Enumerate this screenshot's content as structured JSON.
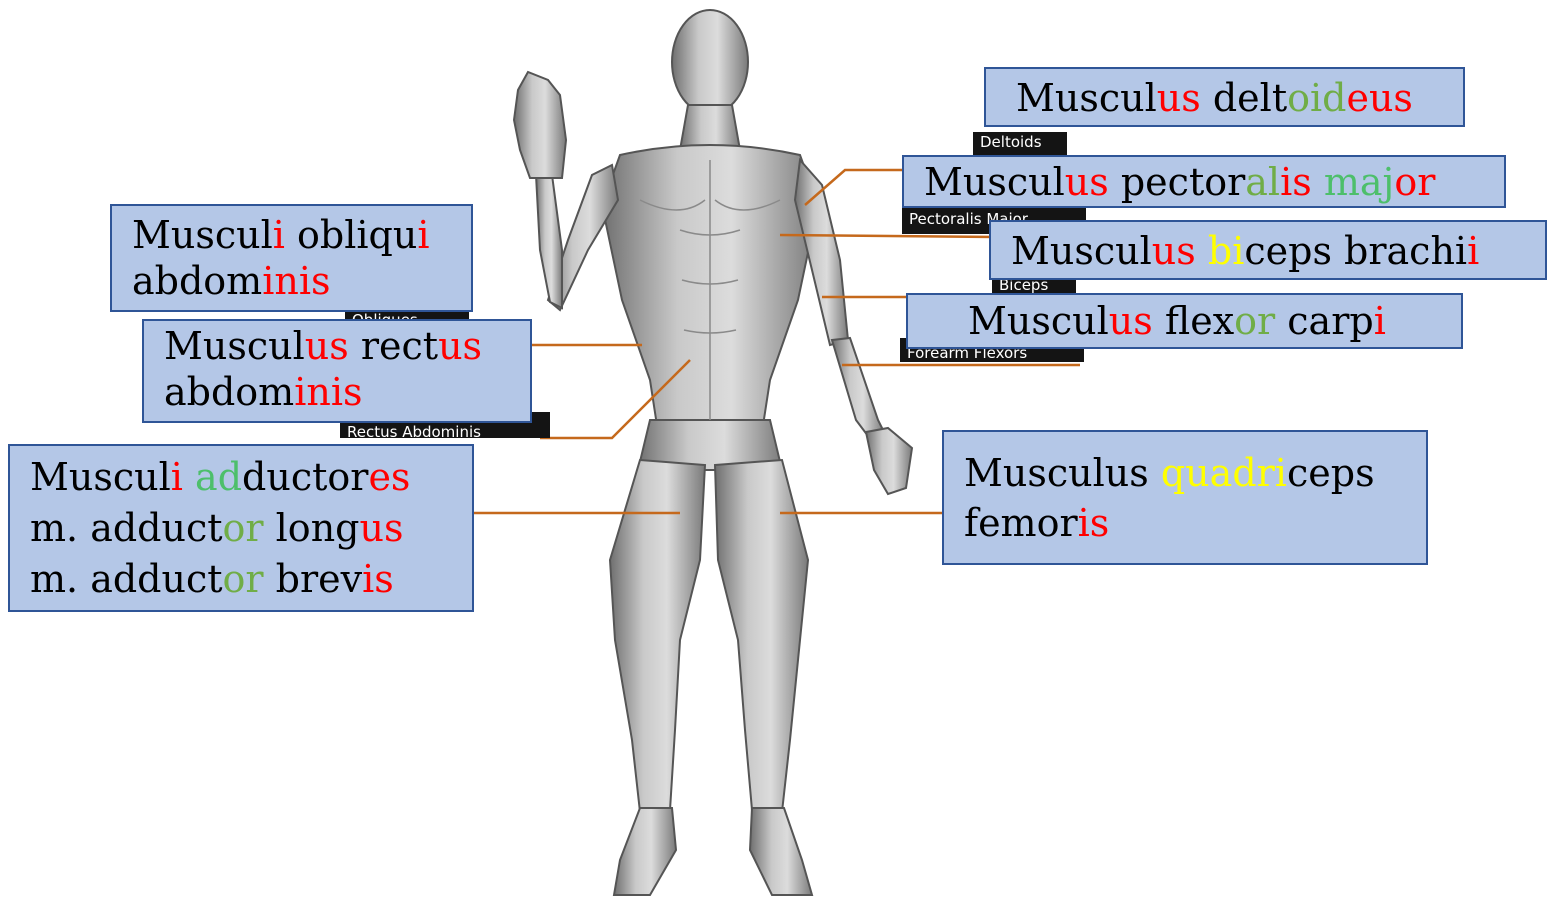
{
  "colors": {
    "box_fill": "#b4c7e7",
    "box_border": "#2f5597",
    "leader_line": "#c5691c",
    "red": "#ff0000",
    "green": "#70ad47",
    "light_green": "#4dbf6b",
    "yellow": "#ffff00",
    "tag_background": "#141414"
  },
  "tags": {
    "deltoids": "Deltoids",
    "pectoralis": "Pectoralis Major",
    "biceps": "Biceps",
    "forearm": "Forearm Flexors",
    "obliques": "Obliques",
    "rectus": "Rectus Abdominis"
  },
  "labels": {
    "deltoideus": [
      [
        {
          "t": "Muscul",
          "c": "black"
        },
        {
          "t": "us",
          "c": "red"
        },
        {
          "t": " delt",
          "c": "black"
        },
        {
          "t": "oid",
          "c": "green"
        },
        {
          "t": "eus",
          "c": "red"
        }
      ]
    ],
    "pectoralis": [
      [
        {
          "t": "Muscul",
          "c": "black"
        },
        {
          "t": "us",
          "c": "red"
        },
        {
          "t": " pector",
          "c": "black"
        },
        {
          "t": "al",
          "c": "green"
        },
        {
          "t": "is",
          "c": "red"
        },
        {
          "t": " maj",
          "c": "light_green"
        },
        {
          "t": "or",
          "c": "red"
        }
      ]
    ],
    "biceps": [
      [
        {
          "t": "Muscul",
          "c": "black"
        },
        {
          "t": "us",
          "c": "red"
        },
        {
          "t": " ",
          "c": "black"
        },
        {
          "t": "bi",
          "c": "yellow"
        },
        {
          "t": "ceps brachi",
          "c": "black"
        },
        {
          "t": "i",
          "c": "red"
        }
      ]
    ],
    "flexor": [
      [
        {
          "t": "Muscul",
          "c": "black"
        },
        {
          "t": "us",
          "c": "red"
        },
        {
          "t": " flex",
          "c": "black"
        },
        {
          "t": "or",
          "c": "green"
        },
        {
          "t": " carp",
          "c": "black"
        },
        {
          "t": "i",
          "c": "red"
        }
      ]
    ],
    "obliqui": [
      [
        {
          "t": "Muscul",
          "c": "black"
        },
        {
          "t": "i",
          "c": "red"
        },
        {
          "t": " obliqu",
          "c": "black"
        },
        {
          "t": "i",
          "c": "red"
        }
      ],
      [
        {
          "t": "abdom",
          "c": "black"
        },
        {
          "t": "inis",
          "c": "red"
        }
      ]
    ],
    "rectus": [
      [
        {
          "t": "Muscul",
          "c": "black"
        },
        {
          "t": "us",
          "c": "red"
        },
        {
          "t": " rect",
          "c": "black"
        },
        {
          "t": "us",
          "c": "red"
        }
      ],
      [
        {
          "t": "abdom",
          "c": "black"
        },
        {
          "t": "inis",
          "c": "red"
        }
      ]
    ],
    "adductores": [
      [
        {
          "t": "Muscul",
          "c": "black"
        },
        {
          "t": "i",
          "c": "red"
        },
        {
          "t": " ",
          "c": "black"
        },
        {
          "t": "ad",
          "c": "light_green"
        },
        {
          "t": "ductor",
          "c": "black"
        },
        {
          "t": "es",
          "c": "red"
        }
      ],
      [
        {
          "t": "m. adduct",
          "c": "black"
        },
        {
          "t": "or",
          "c": "green"
        },
        {
          "t": " long",
          "c": "black"
        },
        {
          "t": "us",
          "c": "red"
        }
      ],
      [
        {
          "t": "m. adduct",
          "c": "black"
        },
        {
          "t": "or",
          "c": "green"
        },
        {
          "t": " brev",
          "c": "black"
        },
        {
          "t": "is",
          "c": "red"
        }
      ]
    ],
    "quadriceps": [
      [
        {
          "t": "Musculus ",
          "c": "black"
        },
        {
          "t": "quadri",
          "c": "yellow"
        },
        {
          "t": "ceps",
          "c": "black"
        }
      ],
      [
        {
          "t": "femor",
          "c": "black"
        },
        {
          "t": "is",
          "c": "red"
        }
      ]
    ]
  }
}
